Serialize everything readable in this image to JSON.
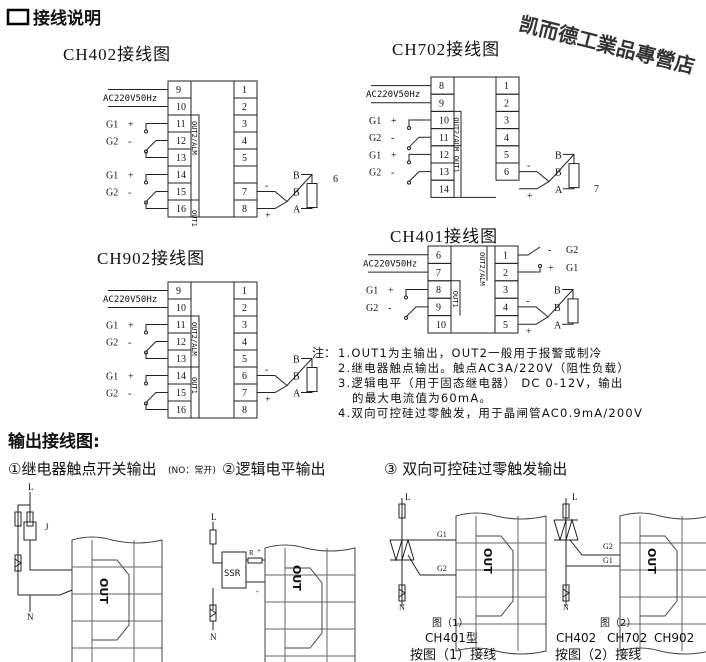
{
  "header": {
    "title": "接线说明",
    "watermark": "凯而德工業品專營店"
  },
  "ch402": {
    "title": "CH402接线图",
    "power": "AC220V50Hz",
    "left": [
      "9",
      "10",
      "11",
      "12",
      "13",
      "14",
      "15",
      "16"
    ],
    "right": [
      "1",
      "2",
      "3",
      "4",
      "5",
      "",
      "7",
      "8"
    ],
    "out2": "OUT2/ALM",
    "out1": "OUT1",
    "inputs": [
      "G1",
      "+",
      "G2",
      "-",
      "G1",
      "+",
      "G2",
      "-"
    ],
    "sensor": [
      "B",
      "B",
      "A",
      "-",
      "+"
    ],
    "stray": "6"
  },
  "ch702": {
    "title": "CH702接线图",
    "power": "AC220V50Hz",
    "left": [
      "8",
      "9",
      "10",
      "11",
      "12",
      "13",
      "14"
    ],
    "right": [
      "1",
      "2",
      "3",
      "4",
      "5",
      "6"
    ],
    "out2": "OUT2/ALM",
    "out1": "OUT1",
    "inputs": [
      "G1",
      "+",
      "G2",
      "-",
      "G1",
      "+",
      "G2",
      "-"
    ],
    "sensor": [
      "B",
      "B",
      "A",
      "-",
      "+"
    ],
    "stray": "7"
  },
  "ch401": {
    "title": "CH401接线图",
    "power": "AC220V50Hz",
    "left": [
      "6",
      "7",
      "8",
      "9",
      "10"
    ],
    "right": [
      "1",
      "2",
      "3",
      "4",
      "5"
    ],
    "out2": "OUT2/ALM",
    "out1": "OUT1",
    "inputs": [
      "G1",
      "+",
      "G2",
      "-"
    ],
    "out2_inputs": [
      "-",
      "G2",
      "+",
      "G1"
    ],
    "sensor": [
      "B",
      "B",
      "A",
      "-",
      "+"
    ]
  },
  "ch902": {
    "title": "CH902接线图",
    "power": "AC220V50Hz",
    "left": [
      "9",
      "10",
      "11",
      "12",
      "13",
      "14",
      "15",
      "16"
    ],
    "right": [
      "1",
      "2",
      "3",
      "4",
      "5",
      "6",
      "7",
      "8"
    ],
    "out2": "OUT2/ALM",
    "out1": "OUT1",
    "inputs": [
      "G1",
      "+",
      "G2",
      "-",
      "G1",
      "+",
      "G2",
      "-"
    ],
    "sensor": [
      "B",
      "B",
      "A",
      "-",
      "+"
    ]
  },
  "notes": {
    "prefix": "注：",
    "lines": [
      "1.OUT1为主输出，OUT2一般用于报警或制冷",
      "2.继电器触点输出。触点AC3A/220V（阻性负载）",
      "3.逻辑电平（用于固态继电器） DC 0-12V，输出",
      "的最大电流值为60mA。",
      "4.双向可控硅过零触发，用于晶闸管AC0.9mA/200V"
    ]
  },
  "output": {
    "title": "输出接线图:",
    "relay_title": "①继电器触点开关输出",
    "relay_note": "(NO：常开)",
    "logic_title": "②逻辑电平输出",
    "triac_title": "③ 双向可控硅过零触发输出",
    "relay": {
      "L": "L",
      "J": "J",
      "N": "N",
      "out": "OUT"
    },
    "logic": {
      "L": "L",
      "ssr": "SSR",
      "R": "R",
      "plus": "+",
      "minus": "-",
      "N": "N",
      "out": "OUT"
    },
    "fig1": {
      "L": "L",
      "g1": "G1",
      "g2": "G2",
      "N": "N",
      "out": "OUT",
      "caption": "图（1）",
      "model_prefix": "CH",
      "model": "401型",
      "instruction": "按图（1）接线"
    },
    "fig2": {
      "L": "L",
      "g1": "G1",
      "g2": "G2",
      "N": "N",
      "out": "OUT",
      "caption": "图（2）",
      "models": [
        "CH402",
        "CH702",
        "CH902"
      ],
      "instruction": "按图（2）接线"
    }
  }
}
